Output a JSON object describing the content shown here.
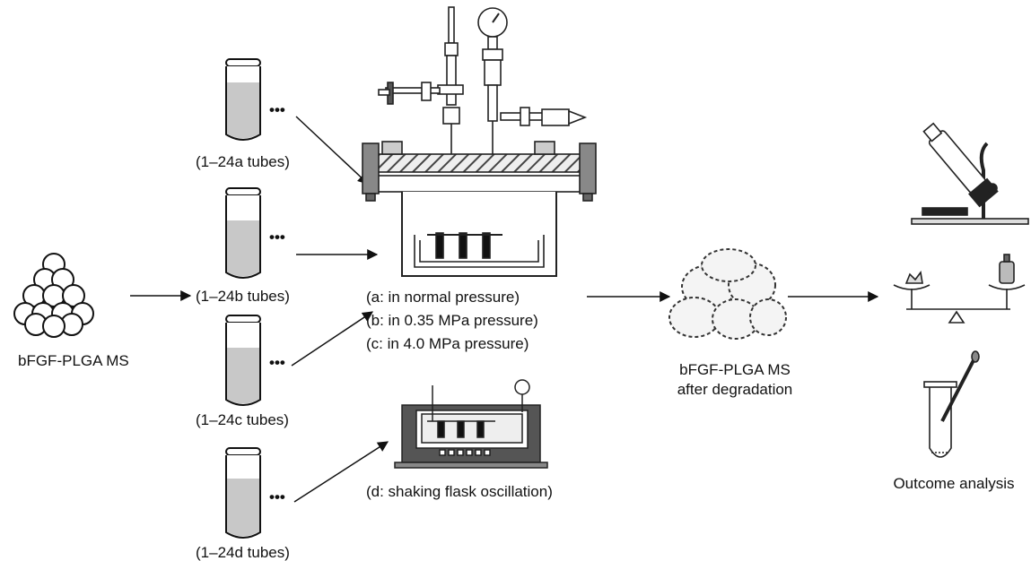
{
  "source": {
    "label": "bFGF-PLGA MS"
  },
  "tube_groups": [
    {
      "label": "(1–24a tubes)"
    },
    {
      "label": "(1–24b tubes)"
    },
    {
      "label": "(1–24c tubes)"
    },
    {
      "label": "(1–24d tubes)"
    }
  ],
  "conditions": [
    {
      "text": "(a: in normal pressure)"
    },
    {
      "text": "(b: in 0.35 MPa pressure)"
    },
    {
      "text": "(c: in 4.0 MPa pressure)"
    }
  ],
  "shaking": {
    "text": "(d: shaking flask oscillation)"
  },
  "degraded": {
    "line1": "bFGF-PLGA MS",
    "line2": "after degradation"
  },
  "outcome": {
    "label": "Outcome analysis"
  },
  "continuation": "•••"
}
